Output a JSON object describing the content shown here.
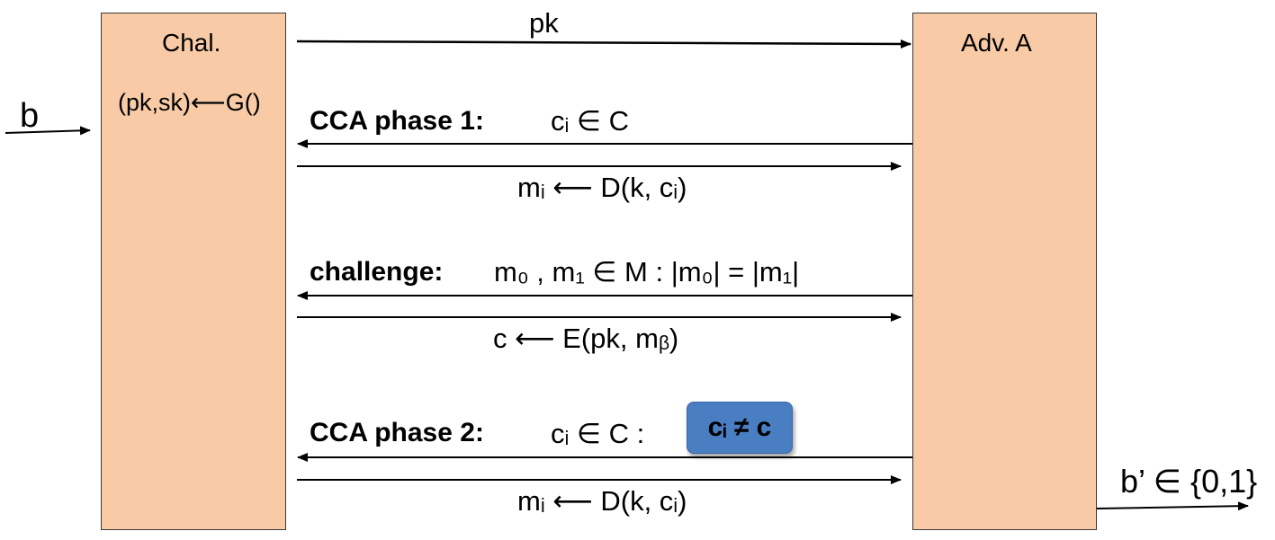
{
  "parties": {
    "challenger": "Chal.",
    "adversary": "Adv. A"
  },
  "challenger_keygen": "(pk,sk)⟵G()",
  "input_bit": "b",
  "output": "b’ ∈ {0,1}",
  "setup": {
    "message": "pk"
  },
  "phase1": {
    "label": "CCA phase 1:",
    "query": "cᵢ ∈ C",
    "response": "mᵢ ⟵ D(k, cᵢ)"
  },
  "challenge": {
    "label": "challenge:",
    "query": "m₀ , m₁ ∈ M :   |m₀| = |m₁|",
    "response": "c ⟵ E(pk, mᵦ)"
  },
  "phase2": {
    "label": "CCA phase 2:",
    "query": "cᵢ ∈ C  :",
    "response": "mᵢ ⟵ D(k, cᵢ)",
    "note": "cᵢ ≠ c"
  },
  "colors": {
    "party_box": "#f8cba6",
    "note_badge": "#4a7ec3",
    "arrow": "#000000"
  }
}
